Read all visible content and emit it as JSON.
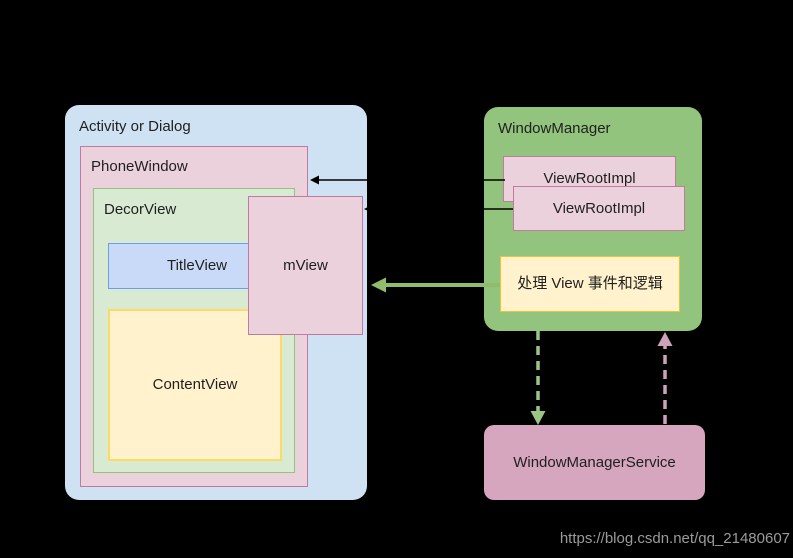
{
  "diagram": {
    "activity": {
      "label": "Activity or Dialog",
      "fill": "#cfe2f3"
    },
    "phone_window": {
      "label": "PhoneWindow",
      "fill": "#ead1dc",
      "border": "#c27ba0"
    },
    "decor_view": {
      "label": "DecorView",
      "fill": "#d9ead3",
      "border": "#93c47d"
    },
    "title_view": {
      "label": "TitleView",
      "fill": "#c9daf8",
      "border": "#6d9eeb"
    },
    "content_view": {
      "label": "ContentView",
      "fill": "#fff2cc",
      "border": "#ffd966"
    },
    "m_view": {
      "label": "mView",
      "fill": "#ead1dc",
      "border": "#c27ba0"
    },
    "window_manager": {
      "label": "WindowManager",
      "fill": "#93c47d"
    },
    "view_root_impl_front": {
      "label": "ViewRootImpl",
      "fill": "#ead1dc",
      "border": "#c27ba0"
    },
    "view_root_impl_back": {
      "label": "ViewRootImpl",
      "fill": "#ead1dc",
      "border": "#c27ba0"
    },
    "handle_view_logic": {
      "label": "处理 View 事件和逻辑",
      "fill": "#fff2cc",
      "border": "#f1c232"
    },
    "window_manager_service": {
      "label": "WindowManagerService",
      "fill": "#d5a6bd"
    }
  },
  "arrows": {
    "viewrootimpl_to_phonewindow": {
      "color": "#000000",
      "style": "solid"
    },
    "viewrootimpl_to_mview": {
      "color": "#000000",
      "style": "solid"
    },
    "handle_logic_to_mview": {
      "color": "#8fbd6d",
      "style": "solid-thick"
    },
    "windowmanager_to_wms": {
      "color": "#9cc485",
      "style": "dashed"
    },
    "wms_to_windowmanager": {
      "color": "#cda2bb",
      "style": "dashed"
    }
  },
  "watermark": {
    "text": "https://blog.csdn.net/qq_21480607",
    "color": "#9b9b9b"
  },
  "canvas": {
    "background": "#000000"
  }
}
